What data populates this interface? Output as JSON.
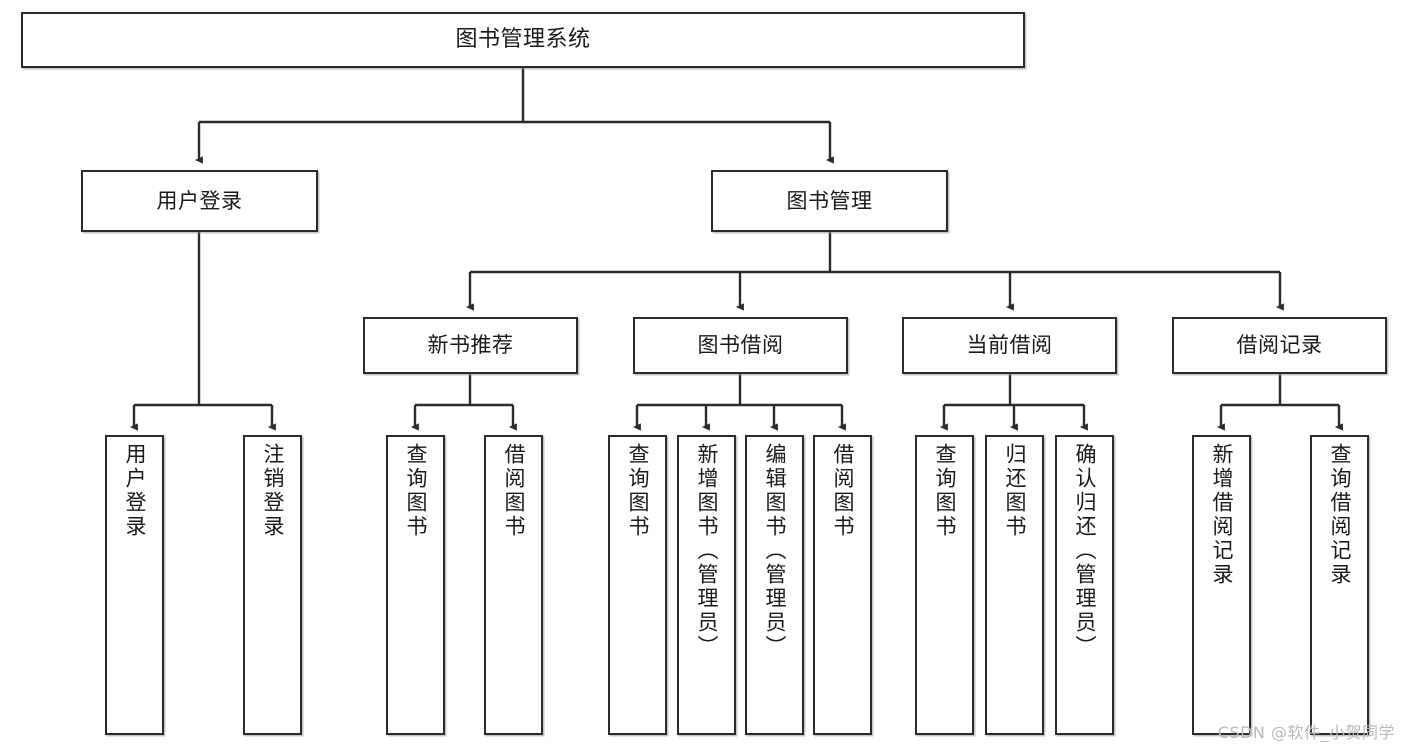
{
  "diagram": {
    "title": "图书管理系统",
    "type": "tree-hierarchy",
    "watermark": "CSDN @软件_小贺同学",
    "colors": {
      "background": "#ffffff",
      "node_border": "#2b2b2b",
      "node_fill": "#ffffff",
      "edge": "#2b2b2b",
      "text": "#1a1a1a",
      "watermark": "#b9b9b9"
    },
    "nodes": {
      "root": {
        "label": "图书管理系统"
      },
      "level2": [
        {
          "label": "用户登录"
        },
        {
          "label": "图书管理"
        }
      ],
      "level3": [
        {
          "label": "新书推荐"
        },
        {
          "label": "图书借阅"
        },
        {
          "label": "当前借阅"
        },
        {
          "label": "借阅记录"
        }
      ],
      "leaves": {
        "user_login": [
          {
            "label": "用户登录"
          },
          {
            "label": "注销登录"
          }
        ],
        "new_book_recommend": [
          {
            "label": "查询图书"
          },
          {
            "label": "借阅图书"
          }
        ],
        "book_borrow": [
          {
            "label": "查询图书"
          },
          {
            "label": "新增图书（管理员）"
          },
          {
            "label": "编辑图书（管理员）"
          },
          {
            "label": "借阅图书"
          }
        ],
        "current_borrow": [
          {
            "label": "查询图书"
          },
          {
            "label": "归还图书"
          },
          {
            "label": "确认归还（管理员）"
          }
        ],
        "borrow_record": [
          {
            "label": "新增借阅记录"
          },
          {
            "label": "查询借阅记录"
          }
        ]
      }
    }
  }
}
